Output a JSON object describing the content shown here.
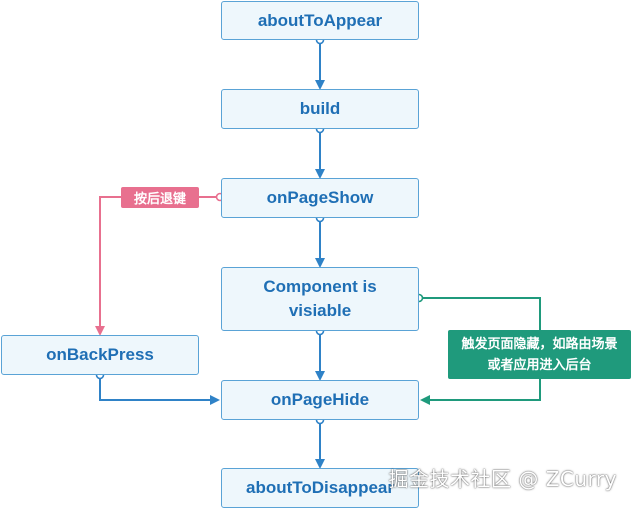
{
  "nodes": {
    "about_to_appear": "aboutToAppear",
    "build": "build",
    "on_page_show": "onPageShow",
    "component_visible_line1": "Component is",
    "component_visible_line2": "visiable",
    "on_back_press": "onBackPress",
    "on_page_hide": "onPageHide",
    "about_to_disappear": "aboutToDisappear"
  },
  "labels": {
    "back_key": "按后退键",
    "hide_trigger_line1": "触发页面隐藏，如路由场景",
    "hide_trigger_line2": "或者应用进入后台"
  },
  "watermark": "掘金技术社区 @ ZCurry",
  "colors": {
    "flow": "#2f82c7",
    "back_key": "#e8708f",
    "hide_trigger": "#1f9a7c",
    "node_fill": "#eef7fc",
    "node_border": "#5aa3d6",
    "node_text": "#1f6fb5"
  }
}
